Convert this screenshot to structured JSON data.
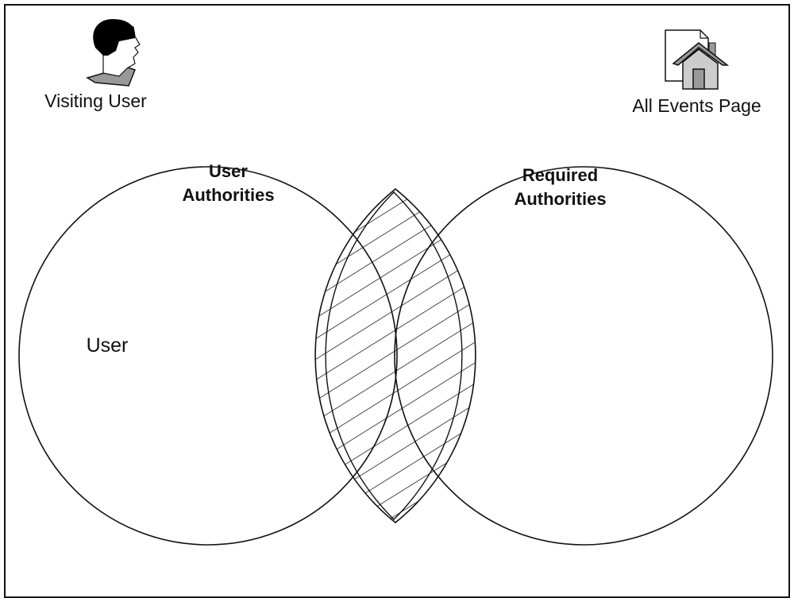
{
  "actor": {
    "label": "Visiting User",
    "icon": "user-head-icon"
  },
  "resource": {
    "label": "All Events Page",
    "icon": "home-page-icon"
  },
  "left_set": {
    "title_line1": "User",
    "title_line2": "Authorities",
    "member": "User"
  },
  "right_set": {
    "title_line1": "Required",
    "title_line2": "Authorities"
  },
  "colors": {
    "stroke": "#111111",
    "icon_gray": "#999999",
    "house_light": "#cccccc"
  }
}
